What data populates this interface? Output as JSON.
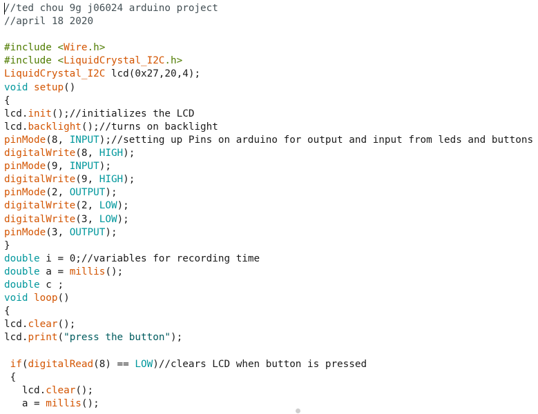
{
  "editor": {
    "lines": [
      [
        {
          "t": "//ted chou 9g j06024 arduino project",
          "c": "comment"
        }
      ],
      [
        {
          "t": "//april 18 2020",
          "c": "comment"
        }
      ],
      [],
      [
        {
          "t": "#include <",
          "c": "green"
        },
        {
          "t": "Wire",
          "c": "orange"
        },
        {
          "t": ".h>",
          "c": "green"
        }
      ],
      [
        {
          "t": "#include <",
          "c": "green"
        },
        {
          "t": "LiquidCrystal_I2C",
          "c": "orange"
        },
        {
          "t": ".h>",
          "c": "green"
        }
      ],
      [
        {
          "t": "LiquidCrystal_I2C",
          "c": "orange"
        },
        {
          "t": " lcd(0x27,20,4);",
          "c": "plain"
        }
      ],
      [
        {
          "t": "void",
          "c": "teal"
        },
        {
          "t": " ",
          "c": "plain"
        },
        {
          "t": "setup",
          "c": "orange"
        },
        {
          "t": "()",
          "c": "plain"
        }
      ],
      [
        {
          "t": "{",
          "c": "plain"
        }
      ],
      [
        {
          "t": "lcd.",
          "c": "plain"
        },
        {
          "t": "init",
          "c": "orange"
        },
        {
          "t": "();//initializes the LCD",
          "c": "plain"
        }
      ],
      [
        {
          "t": "lcd.",
          "c": "plain"
        },
        {
          "t": "backlight",
          "c": "orange"
        },
        {
          "t": "();//turns on backlight",
          "c": "plain"
        }
      ],
      [
        {
          "t": "pinMode",
          "c": "orange"
        },
        {
          "t": "(8, ",
          "c": "plain"
        },
        {
          "t": "INPUT",
          "c": "teal"
        },
        {
          "t": ");//setting up Pins on arduino for output and input from leds and buttons",
          "c": "plain"
        }
      ],
      [
        {
          "t": "digitalWrite",
          "c": "orange"
        },
        {
          "t": "(8, ",
          "c": "plain"
        },
        {
          "t": "HIGH",
          "c": "teal"
        },
        {
          "t": ");",
          "c": "plain"
        }
      ],
      [
        {
          "t": "pinMode",
          "c": "orange"
        },
        {
          "t": "(9, ",
          "c": "plain"
        },
        {
          "t": "INPUT",
          "c": "teal"
        },
        {
          "t": ");",
          "c": "plain"
        }
      ],
      [
        {
          "t": "digitalWrite",
          "c": "orange"
        },
        {
          "t": "(9, ",
          "c": "plain"
        },
        {
          "t": "HIGH",
          "c": "teal"
        },
        {
          "t": ");",
          "c": "plain"
        }
      ],
      [
        {
          "t": "pinMode",
          "c": "orange"
        },
        {
          "t": "(2, ",
          "c": "plain"
        },
        {
          "t": "OUTPUT",
          "c": "teal"
        },
        {
          "t": ");",
          "c": "plain"
        }
      ],
      [
        {
          "t": "digitalWrite",
          "c": "orange"
        },
        {
          "t": "(2, ",
          "c": "plain"
        },
        {
          "t": "LOW",
          "c": "teal"
        },
        {
          "t": ");",
          "c": "plain"
        }
      ],
      [
        {
          "t": "digitalWrite",
          "c": "orange"
        },
        {
          "t": "(3, ",
          "c": "plain"
        },
        {
          "t": "LOW",
          "c": "teal"
        },
        {
          "t": ");",
          "c": "plain"
        }
      ],
      [
        {
          "t": "pinMode",
          "c": "orange"
        },
        {
          "t": "(3, ",
          "c": "plain"
        },
        {
          "t": "OUTPUT",
          "c": "teal"
        },
        {
          "t": ");",
          "c": "plain"
        }
      ],
      [
        {
          "t": "}",
          "c": "plain"
        }
      ],
      [
        {
          "t": "double",
          "c": "teal"
        },
        {
          "t": " i = 0;//variables for recording time",
          "c": "plain"
        }
      ],
      [
        {
          "t": "double",
          "c": "teal"
        },
        {
          "t": " a = ",
          "c": "plain"
        },
        {
          "t": "millis",
          "c": "orange"
        },
        {
          "t": "();",
          "c": "plain"
        }
      ],
      [
        {
          "t": "double",
          "c": "teal"
        },
        {
          "t": " c ;",
          "c": "plain"
        }
      ],
      [
        {
          "t": "void",
          "c": "teal"
        },
        {
          "t": " ",
          "c": "plain"
        },
        {
          "t": "loop",
          "c": "orange"
        },
        {
          "t": "()",
          "c": "plain"
        }
      ],
      [
        {
          "t": "{",
          "c": "plain"
        }
      ],
      [
        {
          "t": "lcd.",
          "c": "plain"
        },
        {
          "t": "clear",
          "c": "orange"
        },
        {
          "t": "();",
          "c": "plain"
        }
      ],
      [
        {
          "t": "lcd.",
          "c": "plain"
        },
        {
          "t": "print",
          "c": "orange"
        },
        {
          "t": "(",
          "c": "plain"
        },
        {
          "t": "\"press the button\"",
          "c": "string"
        },
        {
          "t": ");",
          "c": "plain"
        }
      ],
      [],
      [
        {
          "t": " ",
          "c": "plain"
        },
        {
          "t": "if",
          "c": "orange"
        },
        {
          "t": "(",
          "c": "plain"
        },
        {
          "t": "digitalRead",
          "c": "orange"
        },
        {
          "t": "(8) == ",
          "c": "plain"
        },
        {
          "t": "LOW",
          "c": "teal"
        },
        {
          "t": ")//clears LCD when button is pressed",
          "c": "plain"
        }
      ],
      [
        {
          "t": " {",
          "c": "plain"
        }
      ],
      [
        {
          "t": "   lcd.",
          "c": "plain"
        },
        {
          "t": "clear",
          "c": "orange"
        },
        {
          "t": "();",
          "c": "plain"
        }
      ],
      [
        {
          "t": "   a = ",
          "c": "plain"
        },
        {
          "t": "millis",
          "c": "orange"
        },
        {
          "t": "();",
          "c": "plain"
        }
      ]
    ]
  },
  "colors": {
    "plain": "#1a1a1a",
    "orange": "#d35400",
    "teal": "#00979c",
    "green": "#4f7b00",
    "comment": "#434f54",
    "string": "#005c5f",
    "background": "#ffffff"
  }
}
